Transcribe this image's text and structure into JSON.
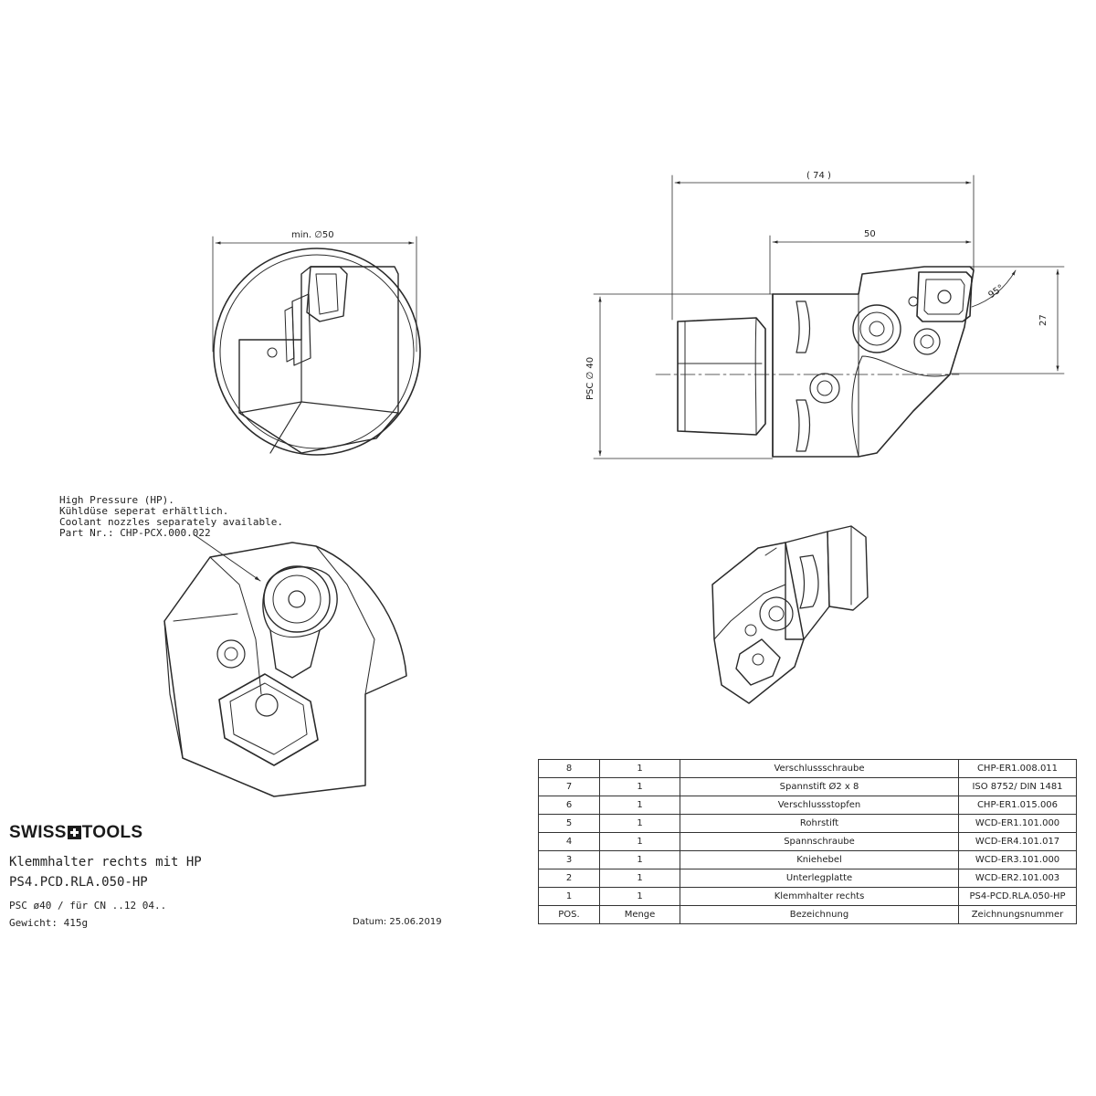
{
  "dimensions": {
    "min_diameter": "min. ∅50",
    "overall_length": "( 74 )",
    "head_length": "50",
    "height": "27",
    "psc_size": "PSC ∅ 40",
    "angle": "95°"
  },
  "hp_note": {
    "line1": "High Pressure (HP).",
    "line2": "Kühldüse seperat erhältlich.",
    "line3": "Coolant nozzles separately available.",
    "line4": "Part Nr.: CHP-PCX.000.022"
  },
  "brand": {
    "left": "SWISS",
    "right": "TOOLS"
  },
  "title": {
    "name": "Klemmhalter rechts mit HP",
    "code": "PS4.PCD.RLA.050-HP",
    "spec": "PSC ø40 / für CN ..12 04..",
    "weight": "Gewicht: 415g",
    "date": "Datum: 25.06.2019"
  },
  "bom": {
    "rows": [
      {
        "pos": "8",
        "qty": "1",
        "desc": "Verschlussschraube",
        "number": "CHP-ER1.008.011"
      },
      {
        "pos": "7",
        "qty": "1",
        "desc": "Spannstift Ø2 x 8",
        "number": "ISO 8752/ DIN 1481"
      },
      {
        "pos": "6",
        "qty": "1",
        "desc": "Verschlussstopfen",
        "number": "CHP-ER1.015.006"
      },
      {
        "pos": "5",
        "qty": "1",
        "desc": "Rohrstift",
        "number": "WCD-ER1.101.000"
      },
      {
        "pos": "4",
        "qty": "1",
        "desc": "Spannschraube",
        "number": "WCD-ER4.101.017"
      },
      {
        "pos": "3",
        "qty": "1",
        "desc": "Kniehebel",
        "number": "WCD-ER3.101.000"
      },
      {
        "pos": "2",
        "qty": "1",
        "desc": "Unterlegplatte",
        "number": "WCD-ER2.101.003"
      },
      {
        "pos": "1",
        "qty": "1",
        "desc": "Klemmhalter rechts",
        "number": "PS4-PCD.RLA.050-HP"
      }
    ],
    "header": {
      "pos": "POS.",
      "qty": "Menge",
      "desc": "Bezeichnung",
      "number": "Zeichnungsnummer"
    }
  }
}
